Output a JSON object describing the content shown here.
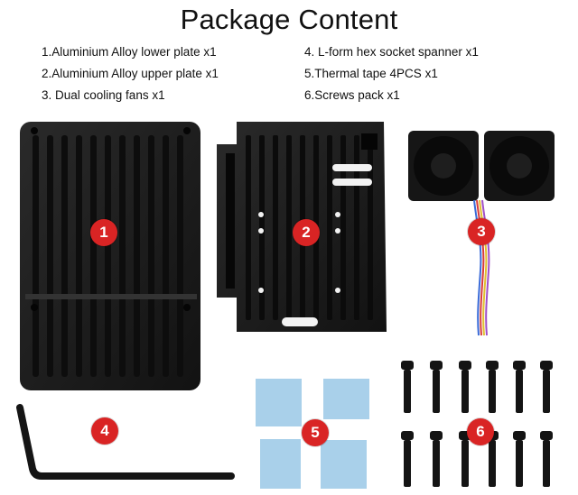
{
  "title": "Package Content",
  "items_left": [
    "1.Aluminium Alloy lower plate x1",
    "2.Aluminium Alloy upper plate x1",
    "3. Dual cooling fans x1"
  ],
  "items_right": [
    "4. L-form hex socket spanner x1",
    "5.Thermal tape 4PCS x1",
    "6.Screws pack x1"
  ],
  "badges": [
    "1",
    "2",
    "3",
    "4",
    "5",
    "6"
  ],
  "colors": {
    "badge": "#d92424",
    "metal": "#1c1c1c",
    "tape": "#a9d0ea"
  }
}
